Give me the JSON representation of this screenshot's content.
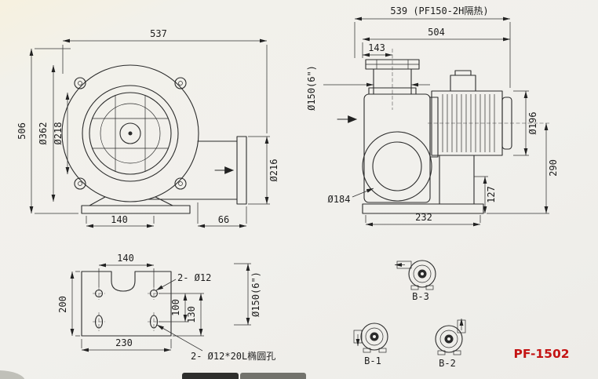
{
  "model_label": "PF-1502",
  "front_view": {
    "total_width": "537",
    "total_height": "506",
    "housing_dia": "Ø362",
    "inlet_dia": "Ø218",
    "outlet_dia": "Ø216",
    "foot_span": "140",
    "flange_depth": "66"
  },
  "side_view": {
    "insulated_length": "539 (PF150-2H隔热)",
    "total_length": "504",
    "inlet_offset": "143",
    "inlet_pipe_dia": "Ø150(6\")",
    "suction_dia": "Ø184",
    "motor_dia": "Ø196",
    "axis_height": "290",
    "foot_height": "127",
    "base_length": "232"
  },
  "base_view": {
    "hole_span_x": "140",
    "plate_depth": "200",
    "plate_width": "230",
    "hole_span_y": "100",
    "edge_span_y": "130",
    "round_holes_note": "2- Ø12",
    "oval_holes_note": "2- Ø12*20L椭圆孔",
    "outlet_dia": "Ø150(6\")"
  },
  "orientation_views": {
    "b1_label": "B-1",
    "b2_label": "B-2",
    "b3_label": "B-3"
  }
}
